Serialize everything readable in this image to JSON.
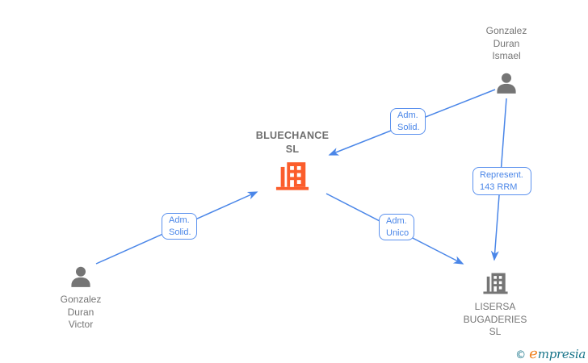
{
  "diagram": {
    "nodes": [
      {
        "id": "gonzalez-duran-ismael",
        "type": "person",
        "label": "Gonzalez\nDuran\nIsmael"
      },
      {
        "id": "bluechance-sl",
        "type": "company",
        "label": "BLUECHANCE\nSL"
      },
      {
        "id": "gonzalez-duran-victor",
        "type": "person",
        "label": "Gonzalez\nDuran\nVictor"
      },
      {
        "id": "lisersa-bugaderies-sl",
        "type": "company",
        "label": "LISERSA\nBUGADERIES\nSL"
      }
    ],
    "edges": [
      {
        "from": "gonzalez-duran-ismael",
        "to": "bluechance-sl",
        "label": "Adm.\nSolid."
      },
      {
        "from": "gonzalez-duran-ismael",
        "to": "lisersa-bugaderies-sl",
        "label": "Represent.\n143 RRM"
      },
      {
        "from": "gonzalez-duran-victor",
        "to": "bluechance-sl",
        "label": "Adm.\nSolid."
      },
      {
        "from": "bluechance-sl",
        "to": "lisersa-bugaderies-sl",
        "label": "Adm.\nUnico"
      }
    ]
  },
  "watermark": {
    "copyright": "©",
    "brand_initial": "e",
    "brand_rest": "mpresia"
  },
  "colors": {
    "edge_blue": "#4a86e8",
    "node_gray": "#757575",
    "company_orange": "#fb5d2b",
    "watermark_teal": "#19758a",
    "watermark_orange": "#f08220"
  }
}
